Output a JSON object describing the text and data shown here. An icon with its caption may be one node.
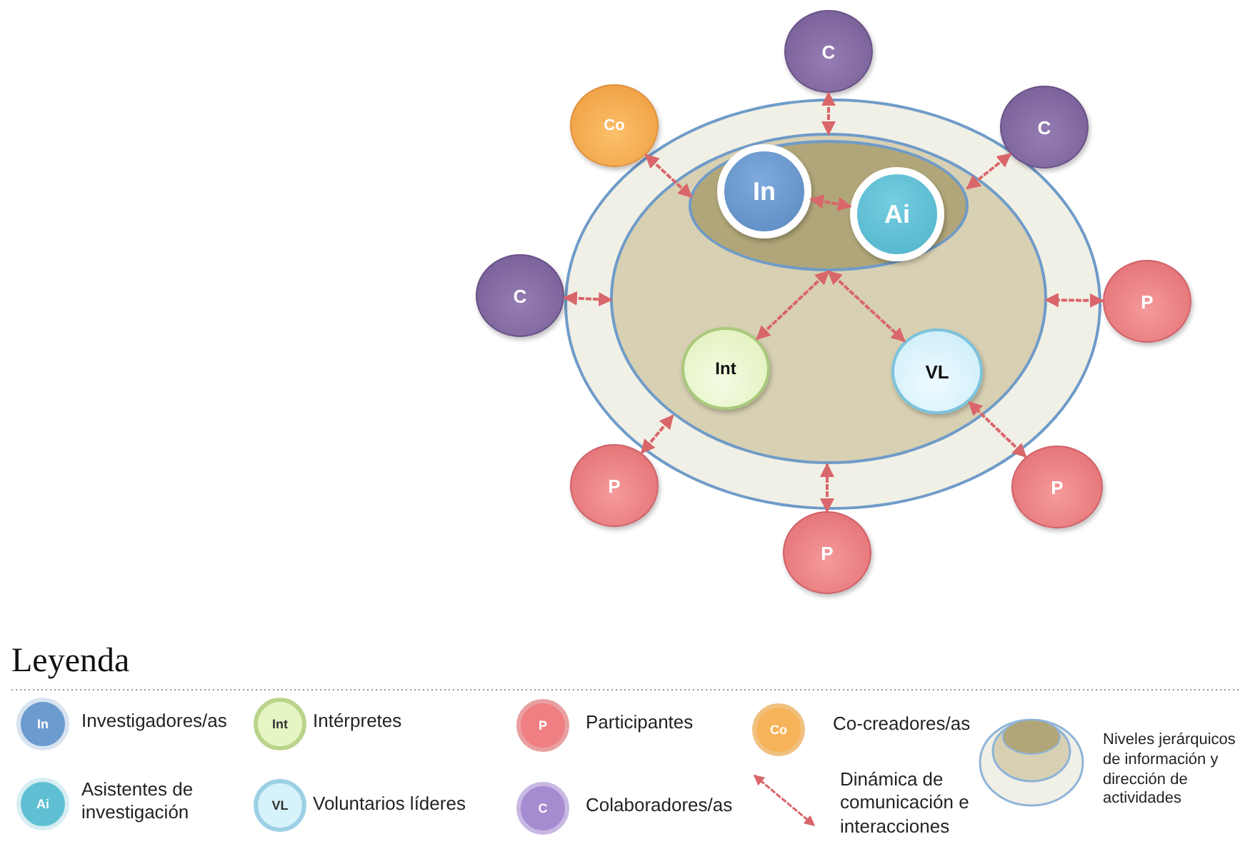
{
  "diagram": {
    "nodes": [
      {
        "text": [],
        "shape": "circle"
      },
      {
        "text": [],
        "shape": "circle",
        "in": 0
      },
      {
        "text": [],
        "shape": "circle",
        "in": 1
      },
      {
        "text": [
          "In"
        ],
        "in": 2
      },
      {
        "text": [
          "Ai"
        ],
        "in": 2
      },
      {
        "text": [
          "Int"
        ],
        "in": 1
      },
      {
        "text": [
          "VL"
        ],
        "in": 1
      },
      {
        "text": [
          "C"
        ]
      },
      {
        "text": [
          "Co"
        ]
      },
      {
        "text": [
          "C"
        ]
      },
      {
        "text": [
          "C"
        ]
      },
      {
        "text": [
          "P"
        ]
      },
      {
        "text": [
          "P"
        ]
      },
      {
        "text": [
          "P"
        ]
      },
      {
        "text": [
          "P"
        ]
      }
    ],
    "edges": [
      {
        "from": 7,
        "to": 1,
        "arrow": "both"
      },
      {
        "from": 8,
        "to": 2,
        "arrow": "both"
      },
      {
        "from": 9,
        "to": 2,
        "arrow": "both"
      },
      {
        "from": 3,
        "to": 4,
        "arrow": "both"
      },
      {
        "from": 2,
        "to": 5,
        "arrow": "both"
      },
      {
        "from": 2,
        "to": 6,
        "arrow": "both"
      },
      {
        "from": 10,
        "to": 1,
        "arrow": "both"
      },
      {
        "from": 11,
        "to": 1,
        "arrow": "both"
      },
      {
        "from": 12,
        "to": 1,
        "arrow": "both"
      },
      {
        "from": 13,
        "to": 6,
        "arrow": "both"
      },
      {
        "from": 14,
        "to": 1,
        "arrow": "both"
      }
    ],
    "labels": [
      "Leyenda",
      "In",
      "Int",
      "P",
      "Co",
      "Ai",
      "VL",
      "C"
    ],
    "legend": [
      {
        "text": "Investigadores/as",
        "color": "#6c9bd0"
      },
      {
        "text": "Intérpretes",
        "color": "#e6f5c4"
      },
      {
        "text": "Participantes",
        "color": "#ef7f82"
      },
      {
        "text": "Co-creadores/as",
        "color": "#f7b35a"
      },
      {
        "text": "Niveles jerárquicos de información y dirección de actividades"
      },
      {
        "text": "Asistentes de investigación",
        "color": "#5fc0d4"
      },
      {
        "text": "Voluntarios líderes",
        "color": "#d6f2fb"
      },
      {
        "text": "Colaboradores/as",
        "color": "#a58bd0"
      },
      {
        "text": "Dinámica de comunicación e interacciones"
      }
    ]
  }
}
